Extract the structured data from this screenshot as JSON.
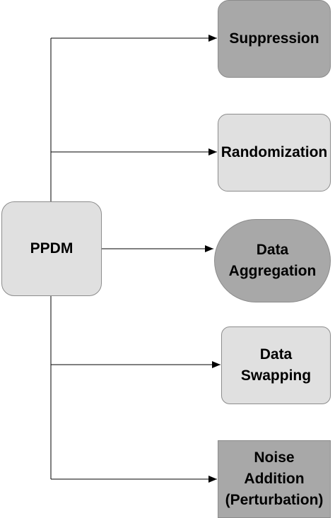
{
  "diagram": {
    "root": {
      "label": "PPDM"
    },
    "children": [
      {
        "lines": [
          "Suppression"
        ],
        "fill": "#a8a8a8",
        "shape": "rounded-rectangle"
      },
      {
        "lines": [
          "Randomization"
        ],
        "fill": "#e0e0e0",
        "shape": "rounded-rectangle"
      },
      {
        "lines": [
          "Data",
          "Aggregation"
        ],
        "fill": "#a8a8a8",
        "shape": "stadium"
      },
      {
        "lines": [
          "Data",
          "Swapping"
        ],
        "fill": "#e0e0e0",
        "shape": "rounded-rectangle"
      },
      {
        "lines": [
          "Noise",
          "Addition",
          "(Perturbation)"
        ],
        "fill": "#a8a8a8",
        "shape": "rectangle"
      }
    ],
    "root_fill": "#e0e0e0",
    "connector_color": "#000000"
  }
}
